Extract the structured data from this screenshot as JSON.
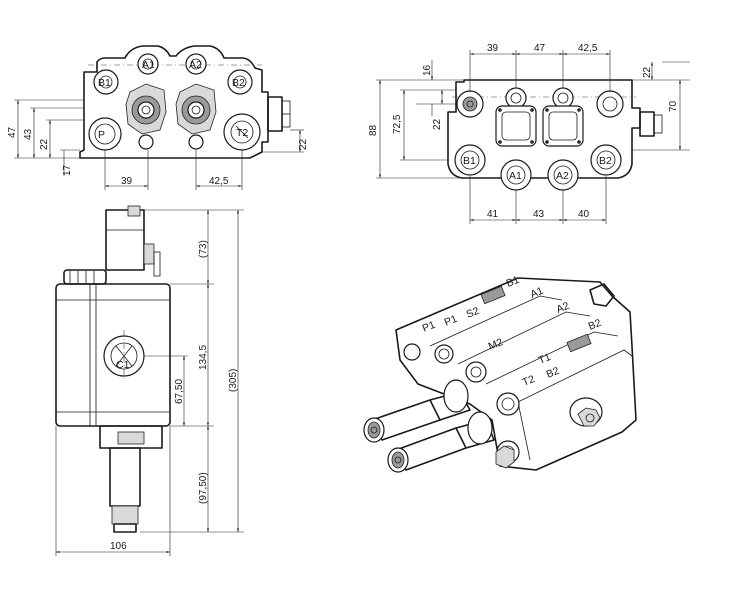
{
  "front_view": {
    "ports": {
      "b1": "B1",
      "a1": "A1",
      "a2": "A2",
      "b2": "B2",
      "p": "P",
      "t2": "T2"
    },
    "dims": {
      "w39": "39",
      "w42_5": "42,5",
      "h47": "47",
      "h43": "43",
      "h22_left": "22",
      "h17": "17",
      "h22_right": "22"
    }
  },
  "rear_view": {
    "ports": {
      "b1": "B1",
      "a1": "A1",
      "a2": "A2",
      "b2": "B2"
    },
    "dims": {
      "top39": "39",
      "top47": "47",
      "top42_5": "42,5",
      "h16": "16",
      "h22_left": "22",
      "h72_5": "72,5",
      "h88": "88",
      "h22_right": "22",
      "h70": "70",
      "bot41": "41",
      "bot43": "43",
      "bot40": "40"
    }
  },
  "side_view": {
    "cap_label": "C1",
    "dims": {
      "d73": "(73)",
      "d134_5": "134,5",
      "d67_50": "67,50",
      "d97_50": "(97,50)",
      "d305": "(305)",
      "w106": "106"
    }
  },
  "iso_view": {
    "labels": {
      "b1": "B1",
      "a1": "A1",
      "a2": "A2",
      "b2": "B2",
      "p1": "P1",
      "p1b": "P1",
      "t1": "T1",
      "t2": "T2",
      "b2_side": "B2",
      "s2": "S2",
      "m2": "M2"
    }
  }
}
